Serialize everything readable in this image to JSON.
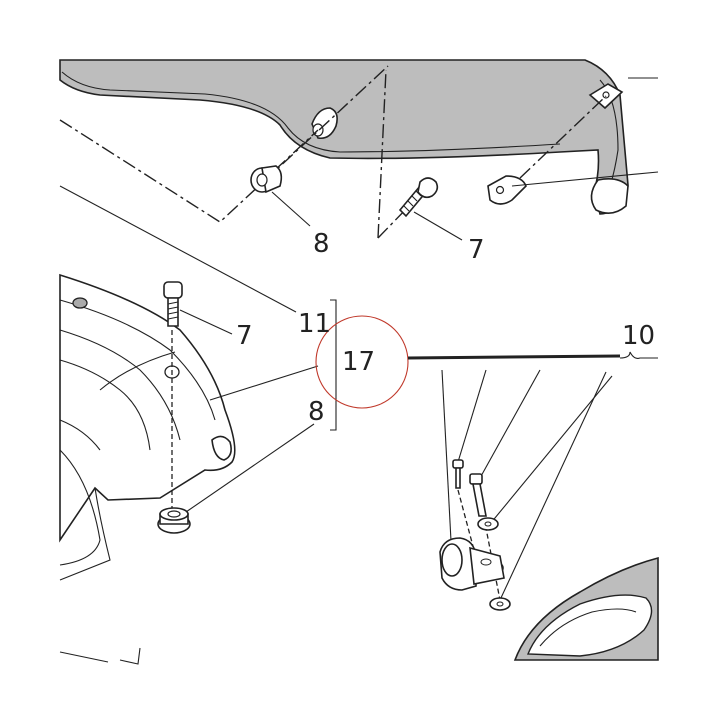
{
  "labels": {
    "p8_top": "8",
    "p7_top": "7",
    "p7_left": "7",
    "p8_left": "8",
    "p11": "11",
    "p17": "17",
    "p10": "10"
  },
  "colors": {
    "panel_gray": "#bdbdbd",
    "highlight_circle": "#c0392b",
    "ink": "#222222"
  }
}
